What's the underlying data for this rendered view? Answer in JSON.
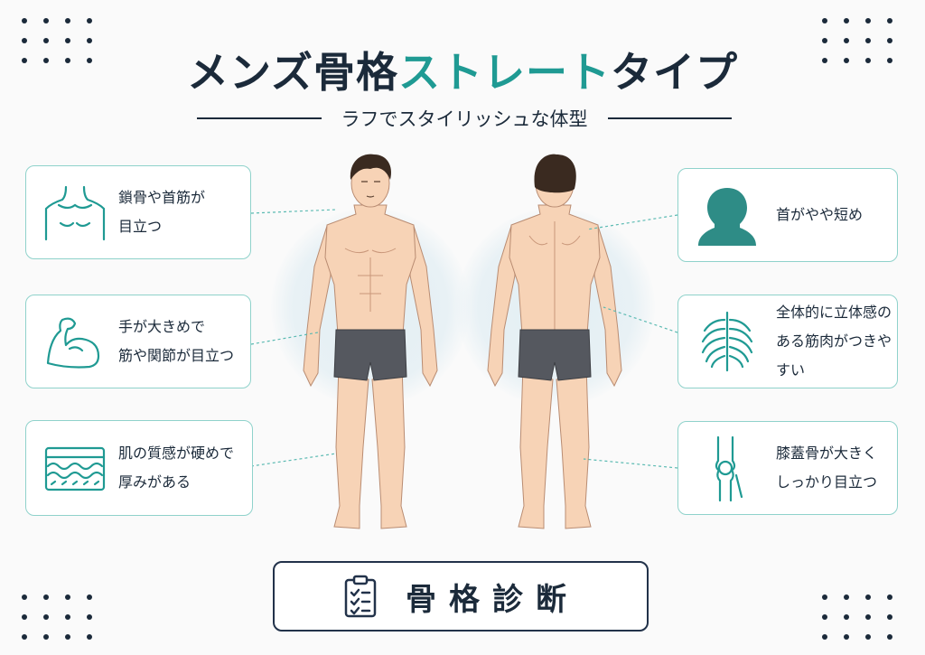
{
  "title": {
    "part1": "メンズ骨格",
    "accent": "ストレート",
    "part2": "タイプ"
  },
  "subtitle": "ラフでスタイリッシュな体型",
  "left_cards": [
    {
      "line1": "鎖骨や首筋が",
      "line2": "目立つ",
      "icon": "collarbone-icon"
    },
    {
      "line1": "手が大きめで",
      "line2": "筋や関節が目立つ",
      "icon": "arm-muscle-icon"
    },
    {
      "line1": "肌の質感が硬めで",
      "line2": "厚みがある",
      "icon": "skin-layer-icon"
    }
  ],
  "right_cards": [
    {
      "line1": "首がやや短め",
      "icon": "head-silhouette-icon"
    },
    {
      "line1": "全体的に立体感の",
      "line2": "ある筋肉がつきやすい",
      "icon": "ribcage-icon"
    },
    {
      "line1": "膝蓋骨が大きく",
      "line2": "しっかり目立つ",
      "icon": "knee-icon"
    }
  ],
  "button": {
    "label": "骨格診断",
    "icon": "clipboard-checklist-icon"
  },
  "colors": {
    "accent": "#1f9a93",
    "dark": "#1b2a3a",
    "card_border": "#8fd2cb",
    "skin": "#f7d3b6",
    "shorts": "#55585f",
    "hair": "#3a2a20"
  }
}
